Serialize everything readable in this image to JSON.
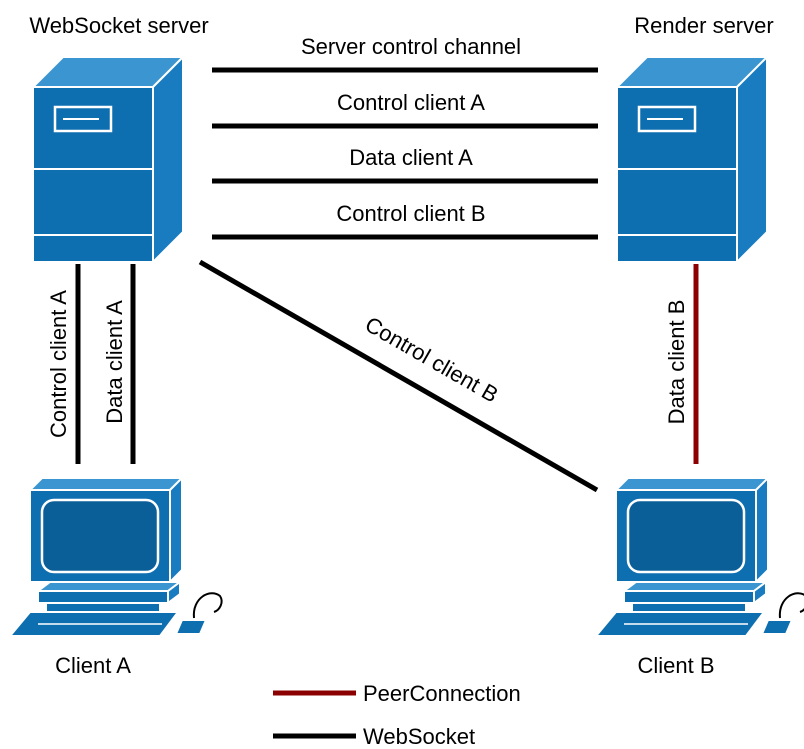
{
  "nodes": {
    "websocket_server": "WebSocket server",
    "render_server": "Render server",
    "client_a": "Client A",
    "client_b": "Client B"
  },
  "connections": {
    "server_control_channel": "Server control channel",
    "control_client_a_top": "Control client A",
    "data_client_a_top": "Data client A",
    "control_client_b_top": "Control client B",
    "control_client_a_vertical": "Control client A",
    "data_client_a_vertical": "Data client A",
    "control_client_b_diagonal": "Control client B",
    "data_client_b_vertical": "Data client B"
  },
  "legend": {
    "peer": "PeerConnection",
    "websocket": "WebSocket"
  },
  "colors": {
    "websocket": "#000000",
    "peer": "#8b0000",
    "device_front": "#0e6fb0",
    "device_side": "#1a7cc0",
    "device_top": "#3b95d0",
    "outline": "#ffffff"
  }
}
